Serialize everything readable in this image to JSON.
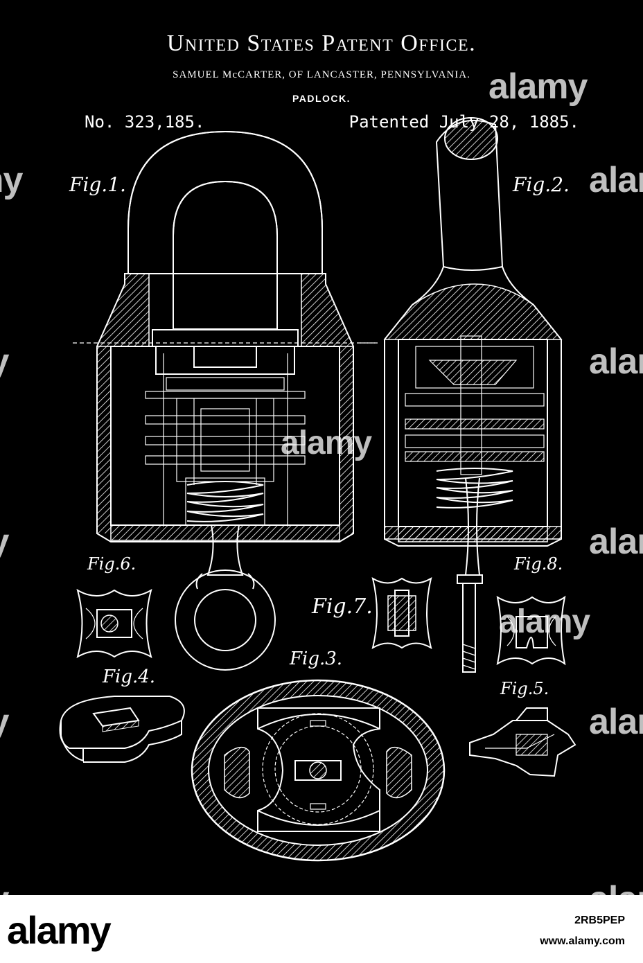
{
  "header": {
    "office": "United States Patent Office.",
    "inventor": "SAMUEL McCARTER, OF LANCASTER, PENNSYLVANIA.",
    "subject": "PADLOCK.",
    "patent_number": "No. 323,185.",
    "patent_date": "Patented July 28, 1885."
  },
  "figures": {
    "fig1": "Fig.1.",
    "fig2": "Fig.2.",
    "fig3": "Fig.3.",
    "fig4": "Fig.4.",
    "fig5": "Fig.5.",
    "fig6": "Fig.6.",
    "fig7": "Fig.7.",
    "fig8": "Fig.8."
  },
  "watermark": {
    "text": "alamy"
  },
  "footer": {
    "logo": "alamy",
    "image_id": "2RB5PEP",
    "site": "www.alamy.com"
  }
}
